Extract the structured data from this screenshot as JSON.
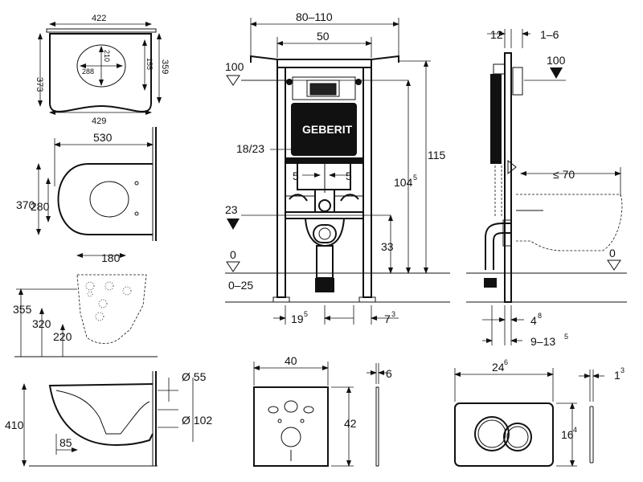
{
  "seat": {
    "w_outer": "422",
    "w_bottom": "429",
    "h_left": "373",
    "h_right": "359",
    "inner_w": "288",
    "inner_h": "210",
    "inner_r": "155"
  },
  "bowl_top": {
    "length": "530",
    "width": "370",
    "inner": "280"
  },
  "bowl_front": {
    "spacing": "180",
    "h1": "355",
    "h2": "320",
    "h3": "220"
  },
  "bowl_side": {
    "height": "410",
    "offset": "85",
    "d_small": "Ø 55",
    "d_large": "Ø 102"
  },
  "frame_front": {
    "width_range": "80–110",
    "width": "50",
    "level_top": "100",
    "height_total": "115",
    "height_inner": "104",
    "height_inner_sup": "5",
    "span": "18/23",
    "off_l": "5",
    "off_r": "5",
    "level_drain": "23",
    "drain_h": "33",
    "level_floor": "0",
    "floor_range": "0–25",
    "bot_l": "19",
    "bot_l_sup": "5",
    "bot_r": "7",
    "bot_r_sup": "3",
    "brand": "GEBERIT"
  },
  "frame_side": {
    "top_a": "12",
    "top_b": "1–6",
    "level_top": "100",
    "depth": "≤ 70",
    "level_floor": "0",
    "off": "4",
    "off_sup": "8",
    "range": "9–13",
    "range_sup": "5"
  },
  "panel": {
    "width": "40",
    "height": "42",
    "thick": "6"
  },
  "plate": {
    "width": "24",
    "width_sup": "6",
    "height": "16",
    "height_sup": "4",
    "thick": "1",
    "thick_sup": "3"
  }
}
